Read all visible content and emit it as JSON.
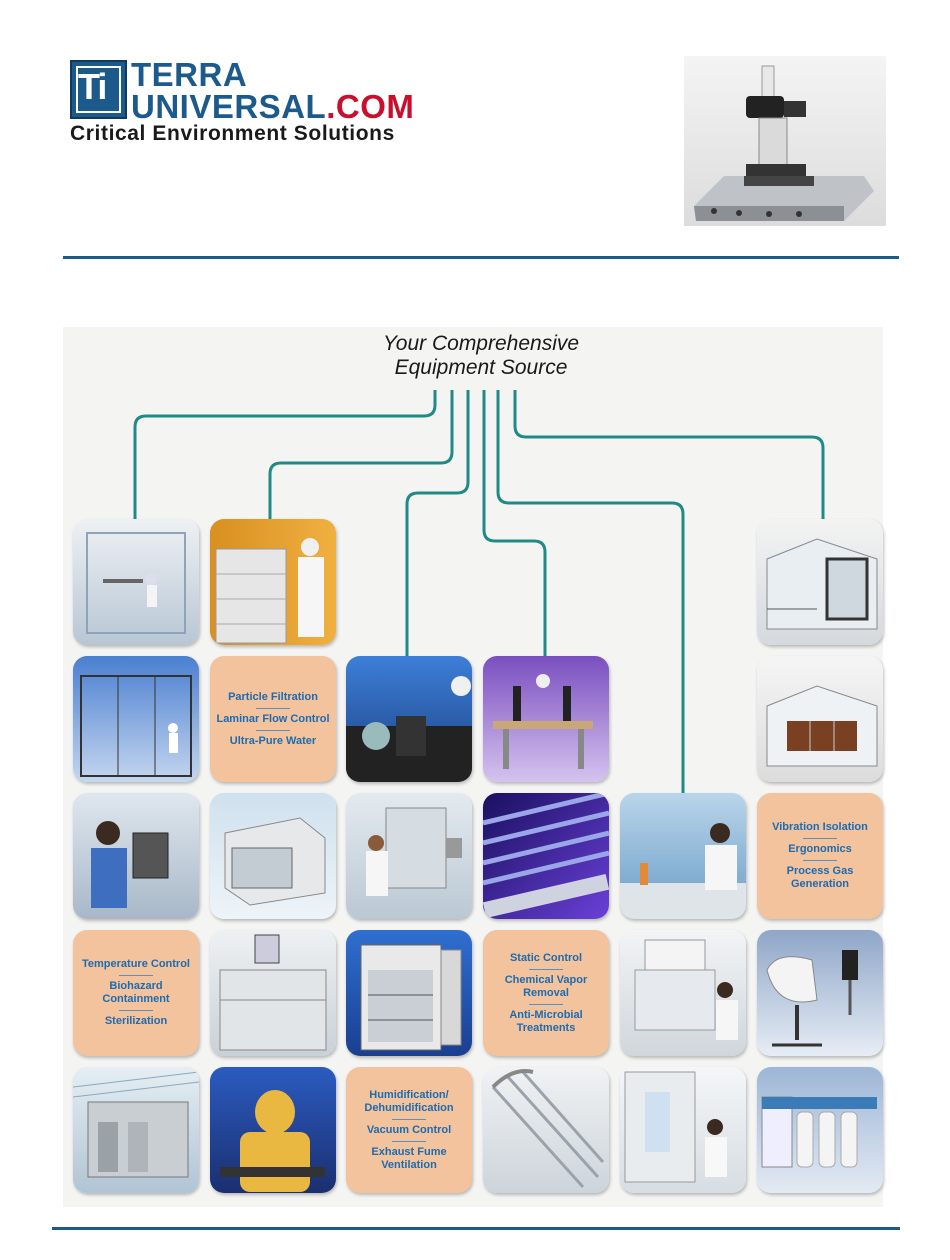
{
  "logo": {
    "mark": "Ti",
    "line1": "TERRA",
    "line2": "UNIVERSAL",
    "line2_suffix": ".COM",
    "tagline": "Critical Environment Solutions"
  },
  "headline": {
    "line1": "Your Comprehensive",
    "line2": "Equipment Source"
  },
  "text_tiles": [
    [
      "Particle Filtration",
      "Laminar Flow Control",
      "Ultra-Pure Water"
    ],
    [
      "Vibration Isolation",
      "Ergonomics",
      "Process Gas Generation"
    ],
    [
      "Temperature Control",
      "Biohazard Containment",
      "Sterilization"
    ],
    [
      "Static Control",
      "Chemical Vapor Removal",
      "Anti-Microbial Treatments"
    ],
    [
      "Humidification/ Dehumidification",
      "Vacuum Control",
      "Exhaust Fume Ventilation"
    ]
  ],
  "photo_tiles": [
    {
      "icon": "softwall-cleanroom-photo"
    },
    {
      "icon": "desiccator-cabinet-photo"
    },
    {
      "icon": "acrylic-enclosure-photo"
    },
    {
      "icon": "modular-cleanroom-photo"
    },
    {
      "icon": "glovebox-photo"
    },
    {
      "icon": "microscope-workstation-photo"
    },
    {
      "icon": "wafer-handling-enclosure-photo"
    },
    {
      "icon": "passthrough-chamber-photo"
    },
    {
      "icon": "desiccator-box-photo"
    },
    {
      "icon": "isolation-glovebox-photo"
    },
    {
      "icon": "ionizing-bar-photo"
    },
    {
      "icon": "laminar-flow-hood-photo"
    },
    {
      "icon": "vacuum-chamber-photo"
    },
    {
      "icon": "incubator-photo"
    },
    {
      "icon": "fume-hood-photo"
    },
    {
      "icon": "cleanroom-chair-photo"
    },
    {
      "icon": "hardwall-cleanroom-photo"
    },
    {
      "icon": "gowned-technician-photo"
    },
    {
      "icon": "wire-rack-photo"
    },
    {
      "icon": "gowning-station-photo"
    },
    {
      "icon": "water-filtration-photo"
    }
  ],
  "colors": {
    "brand_blue": "#1d5a8c",
    "brand_red": "#c8102e",
    "connector_teal": "#1f8a86",
    "tile_peach": "#f2c39c",
    "tile_text": "#1e6bb0"
  }
}
